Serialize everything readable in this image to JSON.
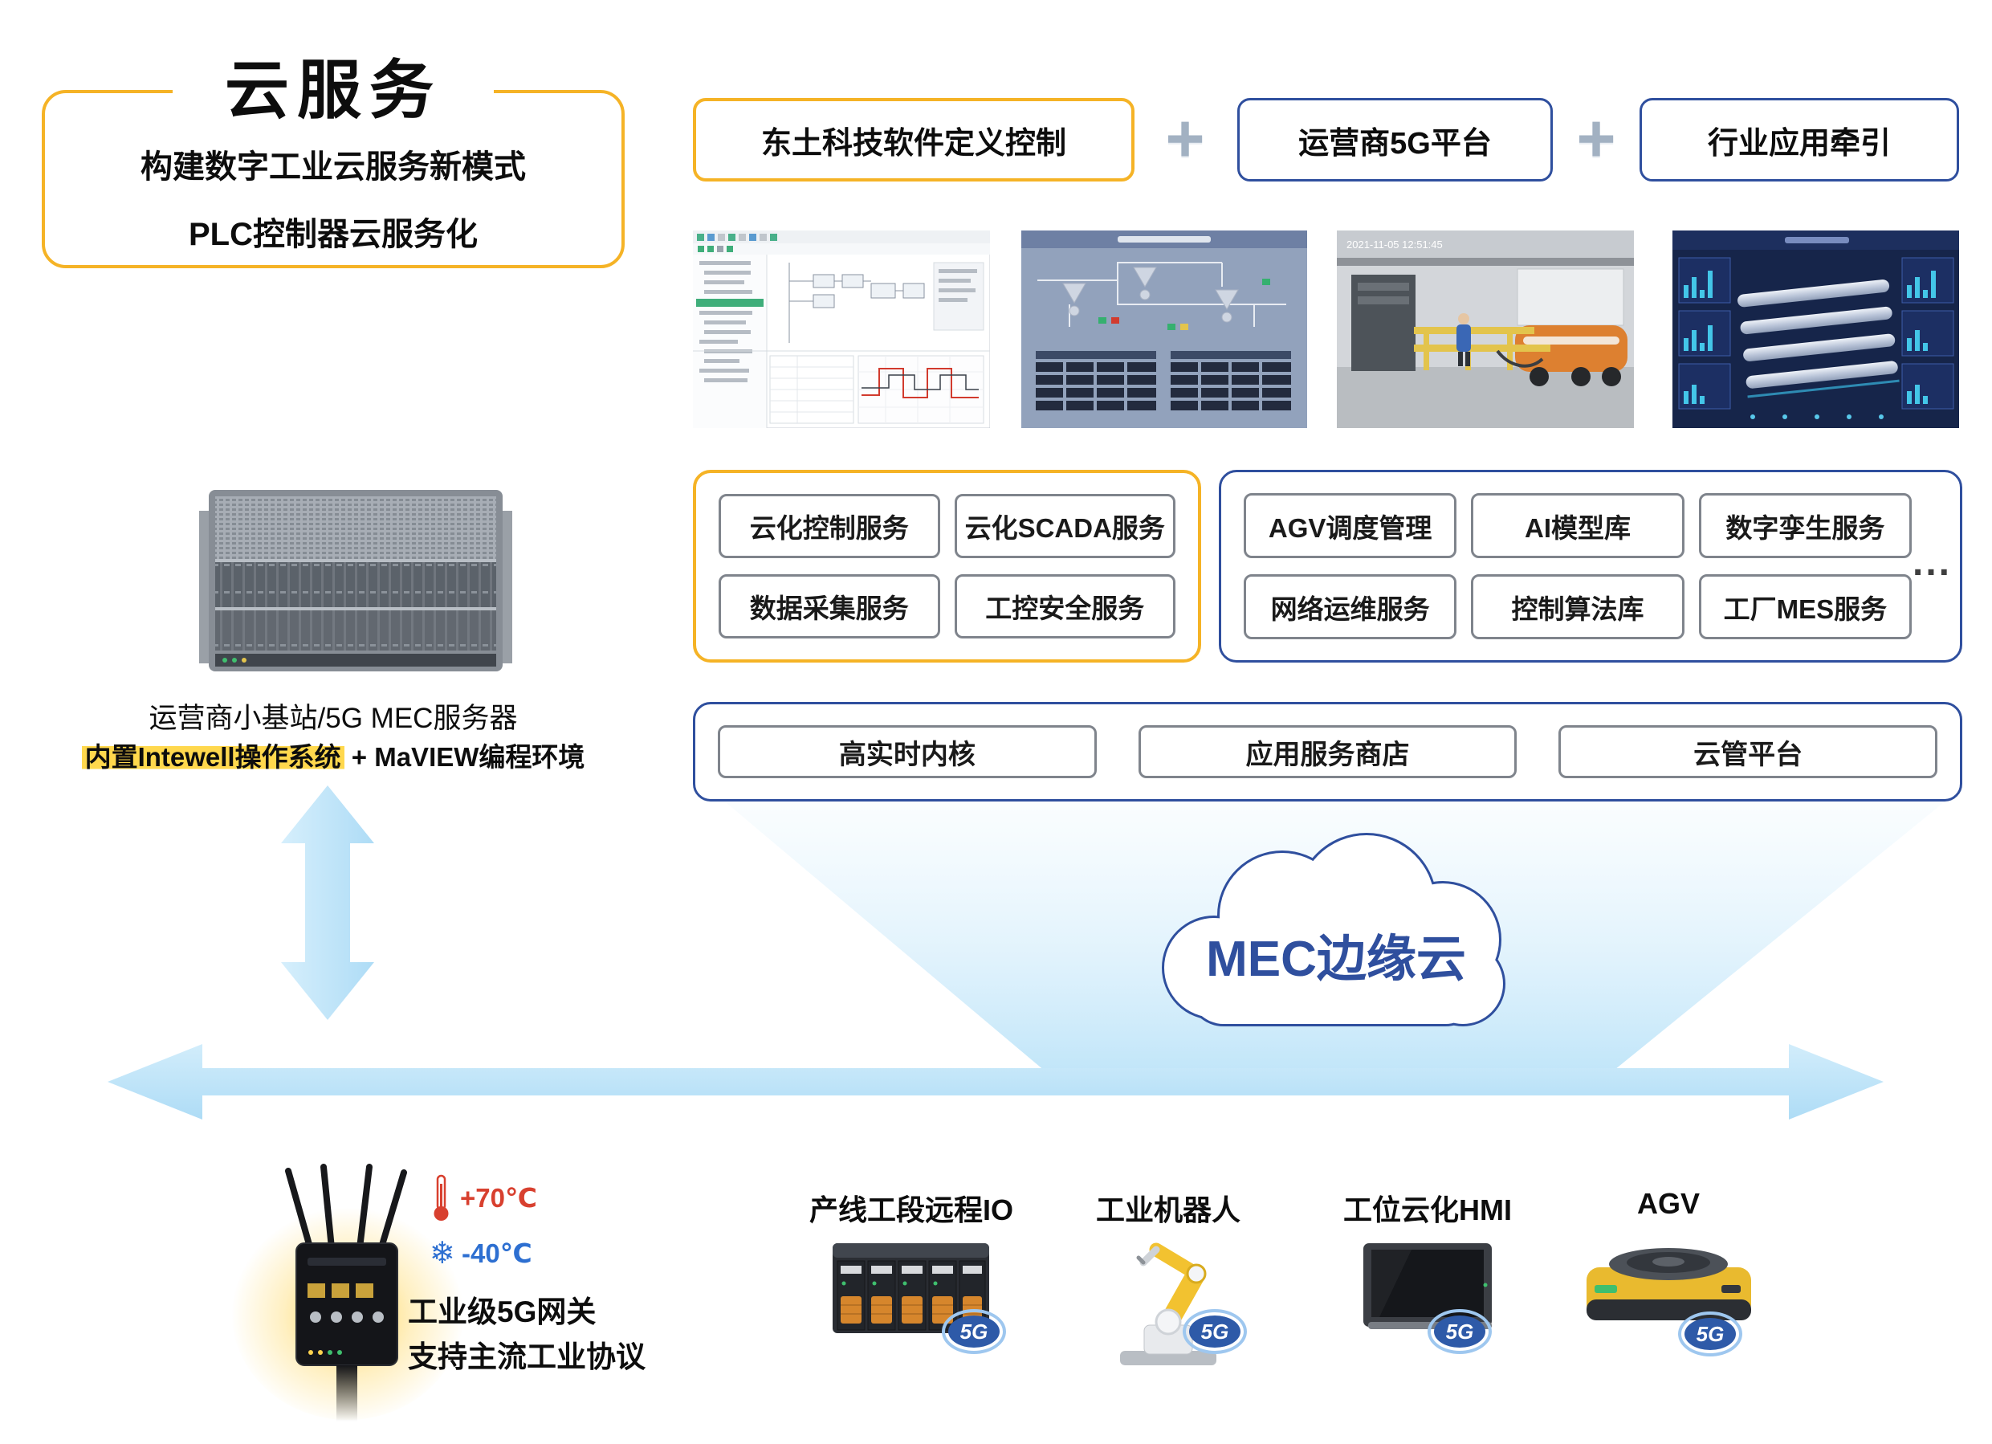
{
  "colors": {
    "yellow": "#F5B326",
    "blue": "#2F4F9E",
    "arrow_blue": "#BFE3F7",
    "badge_blue": "#2E5AA8",
    "highlight_yellow": "#FFD84D"
  },
  "icons": {
    "snowflake": "❄"
  },
  "header": {
    "title": "云服务",
    "subtitle_line1": "构建数字工业云服务新模式",
    "subtitle_line2": "PLC控制器云服务化"
  },
  "pillars": {
    "plus": "+",
    "items": [
      {
        "label": "东土科技软件定义控制"
      },
      {
        "label": "运营商5G平台"
      },
      {
        "label": "行业应用牵引"
      }
    ]
  },
  "screenshots": {
    "photo_timestamp": "2021-11-05 12:51:45"
  },
  "cloud_service_group": {
    "items": [
      "云化控制服务",
      "云化SCADA服务",
      "数据采集服务",
      "工控安全服务"
    ]
  },
  "platform_service_group": {
    "items": [
      "AGV调度管理",
      "AI模型库",
      "数字孪生服务",
      "网络运维服务",
      "控制算法库",
      "工厂MES服务"
    ],
    "more": "..."
  },
  "base_platform": {
    "items": [
      "高实时内核",
      "应用服务商店",
      "云管平台"
    ]
  },
  "mec_server": {
    "caption": "运营商小基站/5G MEC服务器",
    "os_highlight": "内置Intewell操作系统",
    "os_suffix": " + MaVIEW编程环境"
  },
  "edge_cloud": {
    "label": "MEC边缘云"
  },
  "gateway": {
    "temp_high": "+70℃",
    "temp_low": "-40℃",
    "name": "工业级5G网关",
    "desc": "支持主流工业协议"
  },
  "devices": [
    {
      "label": "产线工段远程IO",
      "badge": "5G"
    },
    {
      "label": "工业机器人",
      "badge": "5G"
    },
    {
      "label": "工位云化HMI",
      "badge": "5G"
    },
    {
      "label": "AGV",
      "badge": "5G"
    }
  ]
}
